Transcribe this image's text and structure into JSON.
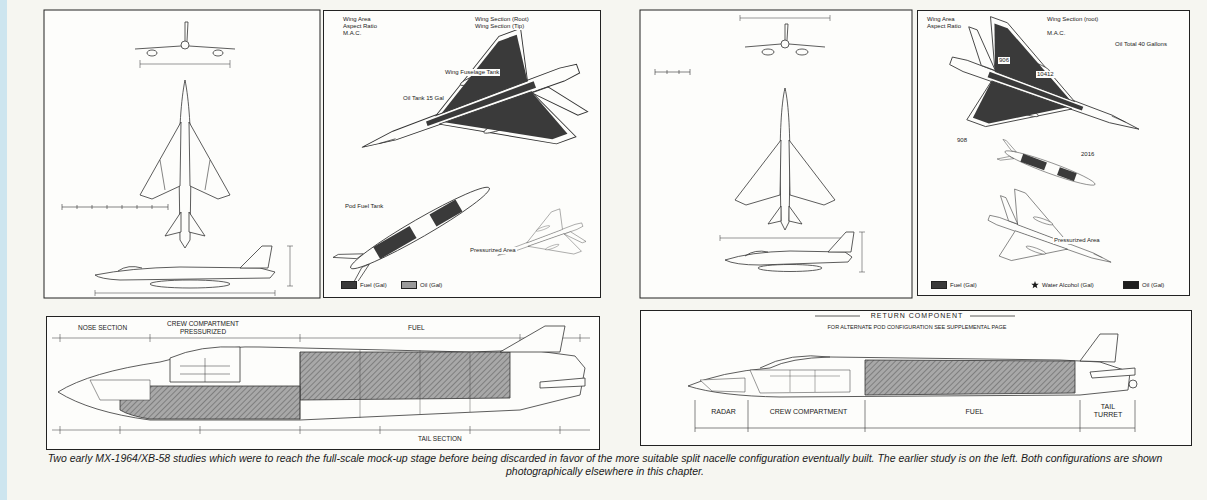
{
  "diagram": {
    "caption": "Two early MX-1964/XB-58 studies which were to reach the full-scale mock-up stage before being discarded in favor of the more suitable split nacelle configuration eventually built. The earlier study is on the left. Both configurations are shown photographically elsewhere in this chapter.",
    "nodes": [
      {
        "text": [
          "Wing Area",
          "Aspect Ratio",
          "M.A.C.",
          "Wing Section (Root)",
          "Wing Section (Tip)",
          "Wing Fuselage Tank",
          "Oil Tank 15 Gal",
          "Pod Fuel Tank",
          "Pressurized Area"
        ]
      },
      {
        "text": [
          "Wing Area",
          "Aspect Ratio",
          "Wing Section (root)",
          "M.A.C.",
          "Oil Total 40 Gallons",
          "906",
          "10412",
          "908",
          "2016",
          "Pressurized Area"
        ]
      },
      {
        "text": [
          "NOSE SECTION",
          "CREW COMPARTMENT PRESSURIZED",
          "FUEL",
          "TAIL SECTION"
        ]
      },
      {
        "text": [
          "RETURN COMPONENT",
          "FOR ALTERNATE POD CONFIGURATION SEE SUPPLEMENTAL PAGE",
          "RADAR",
          "CREW COMPARTMENT",
          "FUEL",
          "TAIL TURRET"
        ]
      }
    ],
    "legend": [
      {
        "text": "Fuel (Gal)",
        "color": "#3a3a3a"
      },
      {
        "text": "Oil (Gal)",
        "color": "#9a9a9a"
      },
      {
        "text": "Fuel (Gal)",
        "color": "#3a3a3a"
      },
      {
        "text": "Water Alcohol (Gal)"
      },
      {
        "text": "Oil (Gal)",
        "color": "#1e1e1e"
      }
    ]
  }
}
